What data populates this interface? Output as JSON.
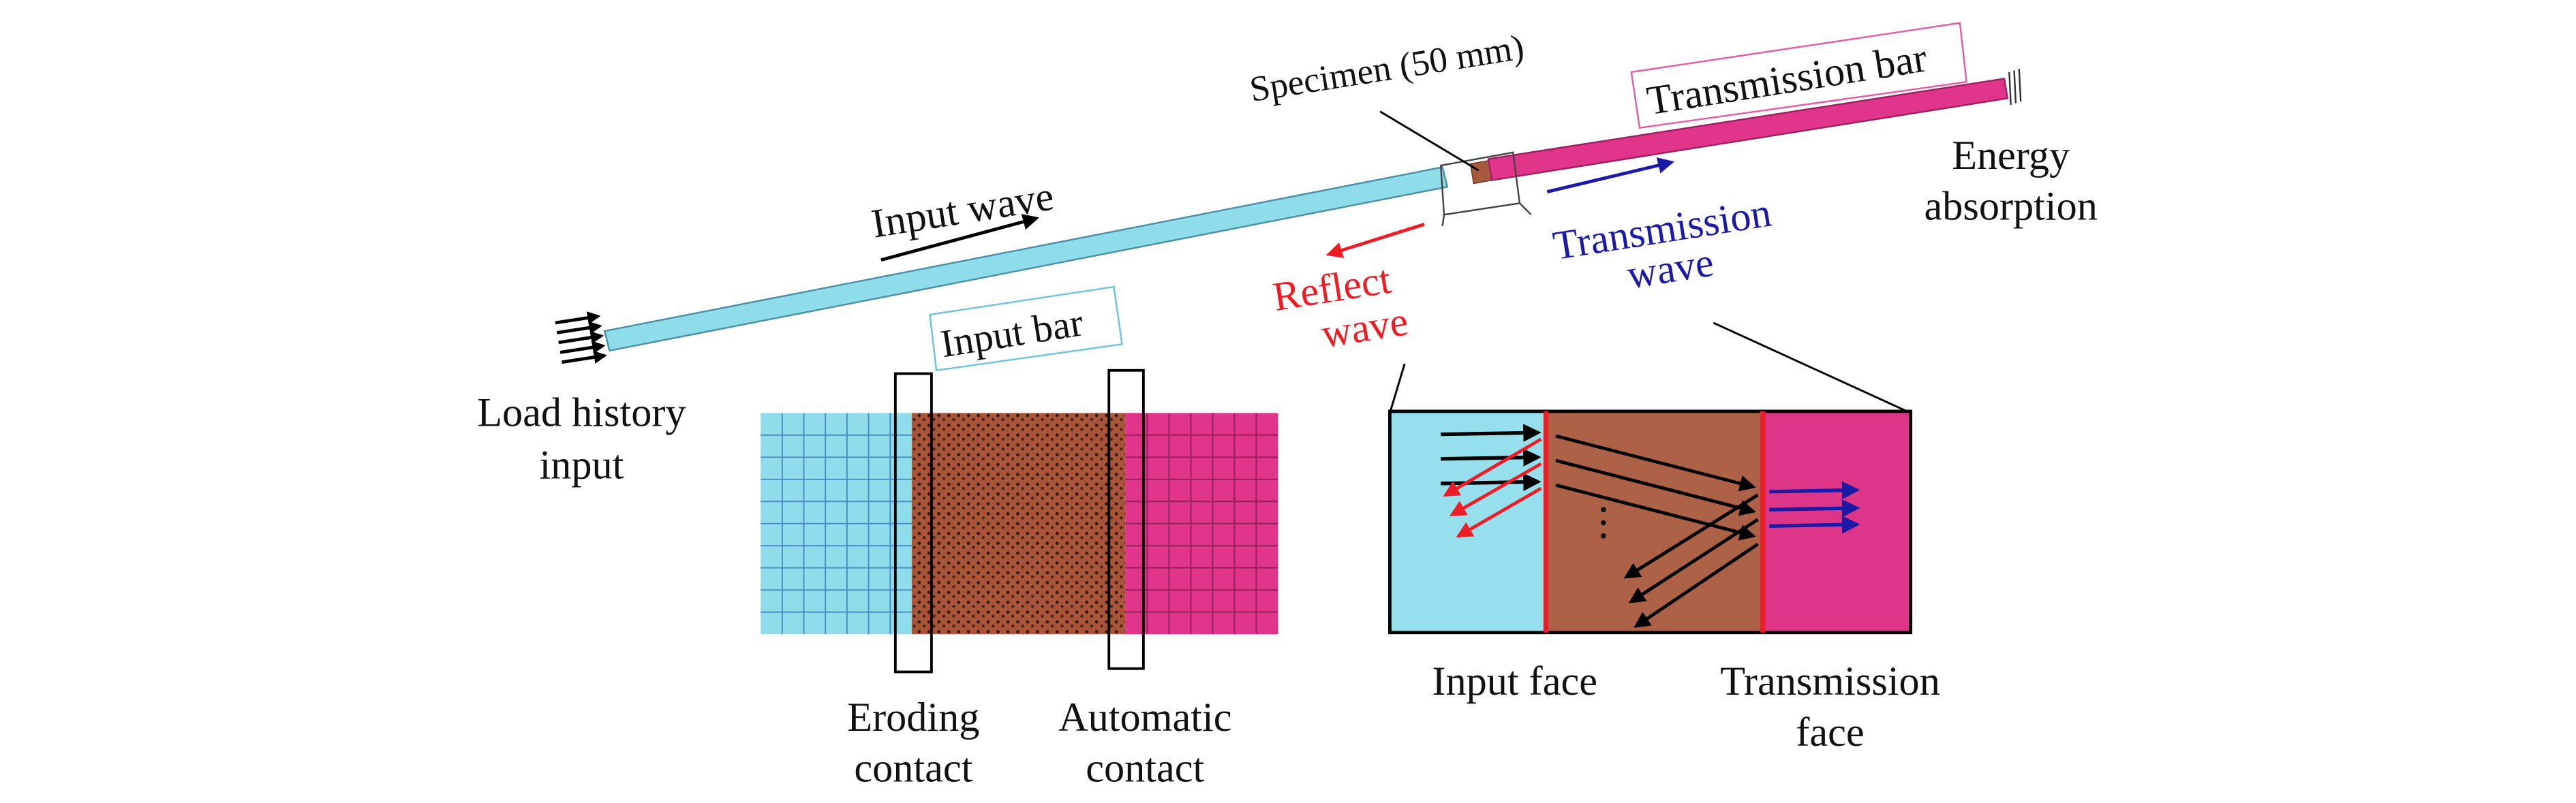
{
  "diagram": {
    "title": "Split Hopkinson bar simulation model schematic",
    "labels": {
      "specimen": "Specimen (50 mm)",
      "transmission_bar": "Transmission bar",
      "energy_absorption_line1": "Energy",
      "energy_absorption_line2": "absorption",
      "input_wave": "Input wave",
      "input_bar": "Input bar",
      "reflect_wave_line1": "Reflect",
      "reflect_wave_line2": "wave",
      "transmission_wave_line1": "Transmission",
      "transmission_wave_line2": "wave",
      "load_history_line1": "Load history",
      "load_history_line2": "input",
      "eroding_contact_line1": "Eroding",
      "eroding_contact_line2": "contact",
      "automatic_contact_line1": "Automatic",
      "automatic_contact_line2": "contact",
      "input_face": "Input face",
      "transmission_face_line1": "Transmission",
      "transmission_face_line2": "face"
    },
    "colors": {
      "input_bar": "#8fdcea",
      "specimen": "#a85a40",
      "transmission_bar": "#e0358a",
      "reflect": "#ee1c24",
      "transmission_wave": "#1a1aa6",
      "input_wave": "#000000"
    },
    "parts": [
      {
        "name": "Input bar",
        "color": "#8fdcea"
      },
      {
        "name": "Specimen",
        "color": "#a85a40"
      },
      {
        "name": "Transmission bar",
        "color": "#e0358a"
      }
    ],
    "interfaces": [
      "Input face",
      "Transmission face"
    ],
    "contacts": [
      "Eroding contact",
      "Automatic contact"
    ]
  }
}
